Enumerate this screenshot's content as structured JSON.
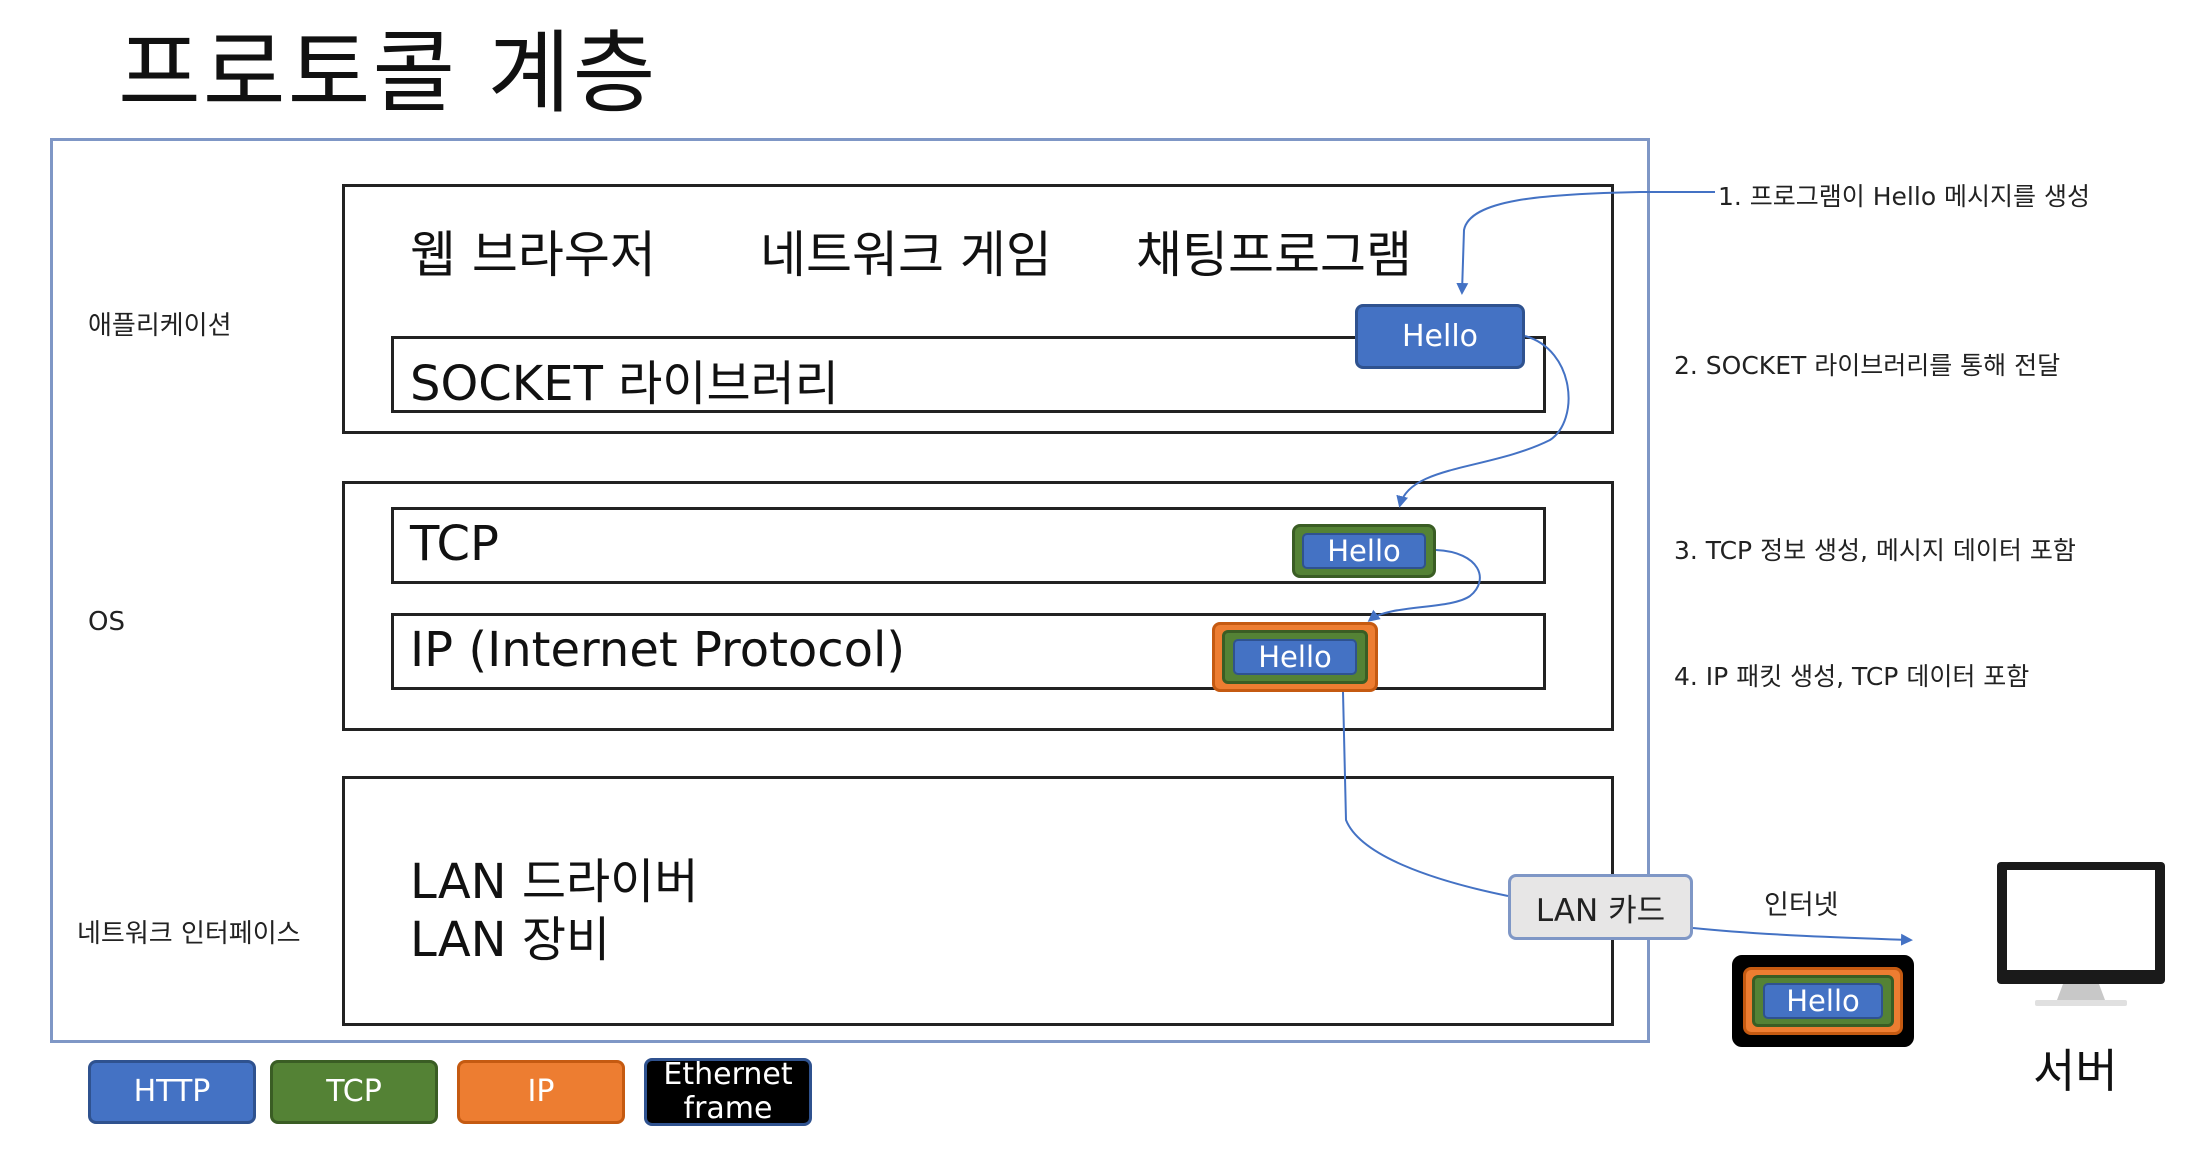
{
  "title": "프로토콜 계층",
  "side_labels": {
    "application": "애플리케이션",
    "os": "OS",
    "network_interface": "네트워크 인터페이스"
  },
  "apps": {
    "browser": "웹 브라우저",
    "game": "네트워크 게임",
    "chat": "채팅프로그램"
  },
  "layers": {
    "socket": "SOCKET 라이브러리",
    "tcp": "TCP",
    "ip": "IP (Internet Protocol)",
    "lan_driver": "LAN 드라이버",
    "lan_device": "LAN 장비"
  },
  "message": "Hello",
  "lan_card": "LAN 카드",
  "internet": "인터넷",
  "server": "서버",
  "steps": [
    "1. 프로그램이 Hello 메시지를 생성",
    "2. SOCKET 라이브러리를 통해 전달",
    "3. TCP 정보 생성, 메시지 데이터 포함",
    "4. IP 패킷 생성, TCP 데이터 포함"
  ],
  "legend": {
    "http": "HTTP",
    "tcp": "TCP",
    "ip": "IP",
    "ethernet_line1": "Ethernet",
    "ethernet_line2": "frame"
  },
  "colors": {
    "http": "#4472c4",
    "tcp": "#548235",
    "ip": "#ed7d31",
    "ethernet": "#000000",
    "arrow": "#4472c4",
    "frame": "#7f97c6"
  }
}
